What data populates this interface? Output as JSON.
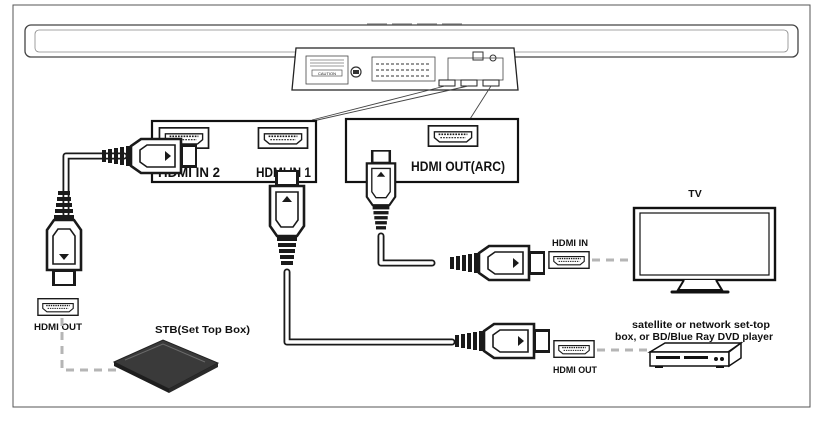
{
  "soundbar": {
    "ports": {
      "hdmi_in_2": "HDMI IN 2",
      "hdmi_in_1": "HDMI IN 1",
      "hdmi_out_arc": "HDMI OUT(ARC)"
    },
    "panel_caution": "CAUTION"
  },
  "devices": {
    "tv": {
      "label": "TV",
      "port_label": "HDMI IN"
    },
    "stb": {
      "label": "STB(Set Top Box)",
      "port_label": "HDMI OUT"
    },
    "player": {
      "label_line1": "satellite or network set-top",
      "label_line2": "box, or BD/Blue Ray DVD player",
      "port_label": "HDMI OUT"
    }
  },
  "colors": {
    "stroke": "#1a1a1a",
    "dashed_link": "#b5b5b5",
    "stb_body": "#3a3a3a"
  }
}
